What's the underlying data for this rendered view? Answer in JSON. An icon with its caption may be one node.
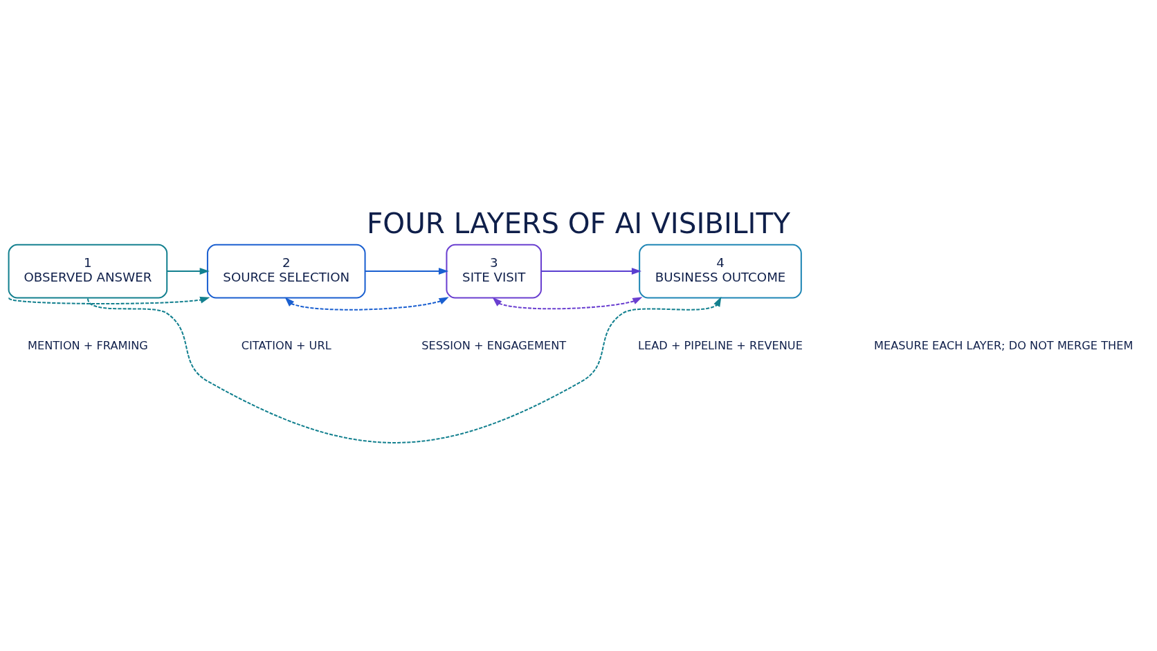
{
  "diagram": {
    "title": "FOUR LAYERS OF AI VISIBILITY",
    "nodes": [
      {
        "text": [
          "1",
          "OBSERVED ANSWER"
        ]
      },
      {
        "text": [
          "2",
          "SOURCE SELECTION"
        ]
      },
      {
        "text": [
          "3",
          "SITE VISIT"
        ]
      },
      {
        "text": [
          "4",
          "BUSINESS OUTCOME"
        ]
      }
    ],
    "edges": [
      {
        "from": 0,
        "to": 1,
        "arrow": "to",
        "color": "#13808f"
      },
      {
        "from": 1,
        "to": 2,
        "arrow": "to",
        "color": "#1a5fd0"
      },
      {
        "from": 2,
        "to": 3,
        "arrow": "to",
        "color": "#5a3fd0"
      },
      {
        "from": 0,
        "to": 1,
        "arrow": "to",
        "style": "dashed",
        "color": "#13808f"
      },
      {
        "from": 1,
        "to": 2,
        "arrow": "both",
        "style": "dashed",
        "color": "#1a5fd0"
      },
      {
        "from": 2,
        "to": 3,
        "arrow": "both",
        "style": "dashed",
        "color": "#6a3fd0"
      },
      {
        "from": 0,
        "to": 3,
        "arrow": "to",
        "style": "dashed",
        "color": "#13808f"
      }
    ],
    "labels": [
      "MENTION + FRAMING",
      "CITATION + URL",
      "SESSION + ENGAGEMENT",
      "LEAD + PIPELINE + REVENUE",
      "MEASURE EACH LAYER; DO NOT MERGE THEM"
    ]
  }
}
